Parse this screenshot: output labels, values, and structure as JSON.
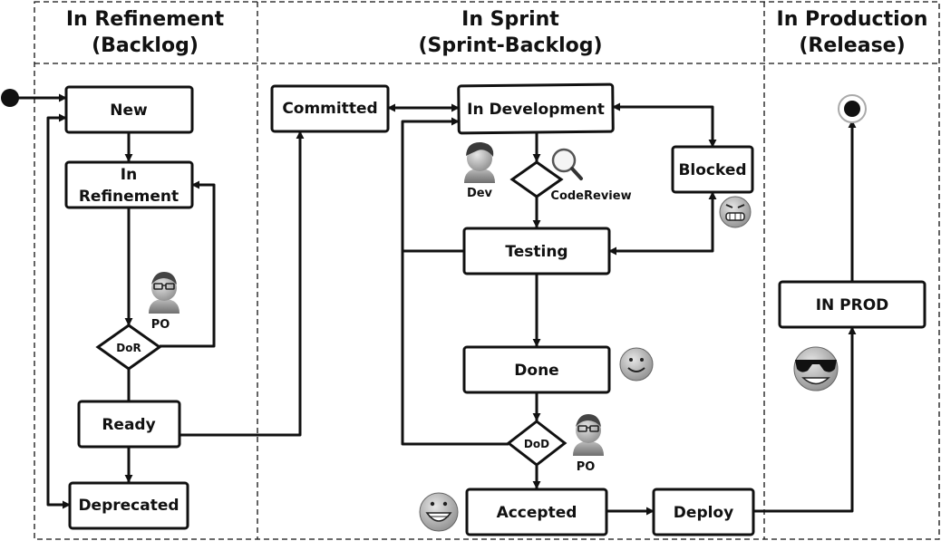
{
  "lanes": [
    {
      "title_line1": "In Refinement",
      "title_line2": "(Backlog)"
    },
    {
      "title_line1": "In Sprint",
      "title_line2": "(Sprint-Backlog)"
    },
    {
      "title_line1": "In Production",
      "title_line2": "(Release)"
    }
  ],
  "states": {
    "new": "New",
    "in_refinement_line1": "In",
    "in_refinement_line2": "Refinement",
    "ready": "Ready",
    "deprecated": "Deprecated",
    "committed": "Committed",
    "in_development": "In Development",
    "blocked": "Blocked",
    "testing": "Testing",
    "done": "Done",
    "accepted": "Accepted",
    "deploy": "Deploy",
    "in_prod": "IN PROD"
  },
  "gates": {
    "dor": "DoR",
    "dod": "DoD"
  },
  "actors": {
    "po_refinement": "PO",
    "dev": "Dev",
    "code_review": "CodeReview",
    "po_sprint": "PO"
  },
  "icons": {
    "po_refinement": "person-glasses-icon",
    "dev": "developer-person-icon",
    "code_review": "magnifier-icon",
    "blocked_face": "frustrated-face-icon",
    "done_face": "smiley-face-icon",
    "po_sprint": "person-glasses-icon",
    "accepted_face": "grinning-face-icon",
    "prod_face": "sunglasses-face-icon"
  }
}
